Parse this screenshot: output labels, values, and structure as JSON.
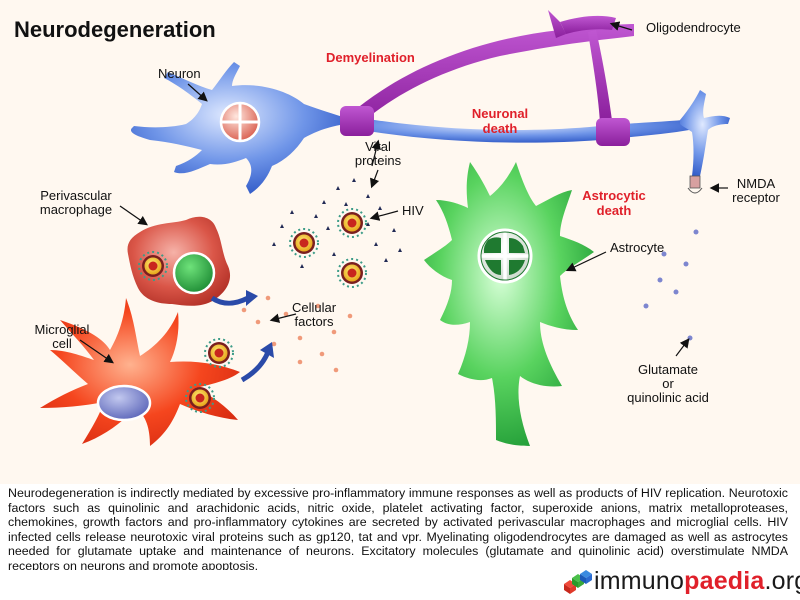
{
  "title": "Neurodegeneration",
  "labels": {
    "oligodendrocyte": "Oligodendrocyte",
    "demyelination": "Demyelination",
    "neuron": "Neuron",
    "neuronal_death_1": "Neuronal",
    "neuronal_death_2": "death",
    "viral_proteins_1": "Viral",
    "viral_proteins_2": "proteins",
    "nmda_1": "NMDA",
    "nmda_2": "receptor",
    "perivascular_1": "Perivascular",
    "perivascular_2": "macrophage",
    "hiv": "HIV",
    "astrocytic_death_1": "Astrocytic",
    "astrocytic_death_2": "death",
    "astrocyte": "Astrocyte",
    "cellular_factors_1": "Cellular",
    "cellular_factors_2": "factors",
    "microglial_1": "Microglial",
    "microglial_2": "cell",
    "glutamate_1": "Glutamate",
    "glutamate_2": "or",
    "glutamate_3": "quinolinic acid"
  },
  "caption": "Neurodegeneration is indirectly mediated by excessive pro-inflammatory immune responses as well as products of HIV replication. Neurotoxic factors such as quinolinic and arachidonic acids, nitric oxide, platelet activating factor, superoxide anions, matrix metalloproteases, chemokines, growth factors and pro-inflammatory cytokines are secreted by activated perivascular macrophages and microglial cells. HIV infected cells release neurotoxic viral proteins such as gp120, tat and vpr. Myelinating oligodendrocytes are damaged as well as astrocytes needed for glutamate uptake and maintenance of neurons. Excitatory molecules (glutamate and quinolinic acid) overstimulate NMDA receptors on neurons and promote apoptosis.",
  "brand": {
    "part1": "immuno",
    "part2": "paedia",
    "part3": ".org"
  },
  "colors": {
    "neuron": "#3f6fd8",
    "oligodendrocyte": "#a52ab8",
    "astrocyte": "#2fb34a",
    "macrophage": "#d9473f",
    "microglia": "#f2341c",
    "accent_red": "#e0202a",
    "arrow_blue": "#2a4aa8",
    "background": "#fff8f0"
  }
}
